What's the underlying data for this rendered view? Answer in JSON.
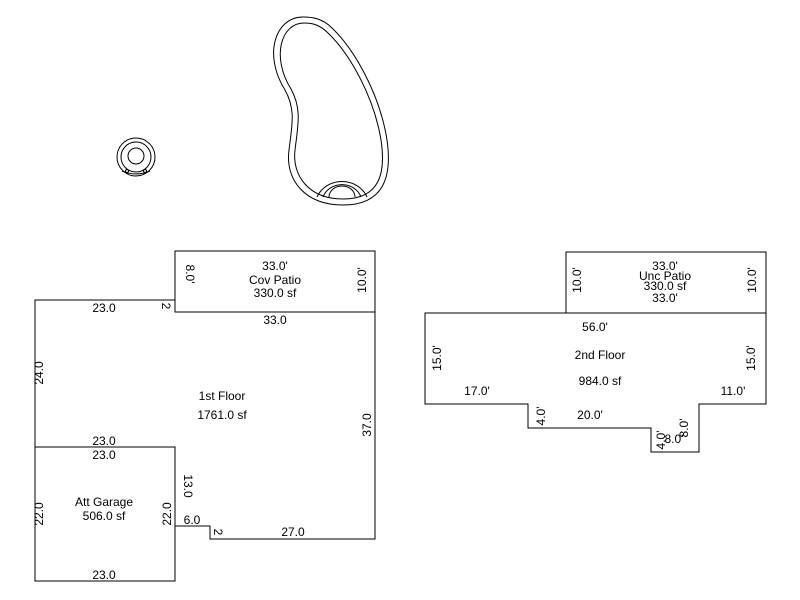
{
  "cov_patio": {
    "name": "Cov Patio",
    "area": "330.0 sf",
    "top": "33.0'",
    "left": "8.0'",
    "right": "10.0'"
  },
  "first_floor": {
    "name": "1st Floor",
    "area": "1761.0 sf",
    "top": "23.0",
    "step_left": "2",
    "top_right": "33.0",
    "left": "24.0",
    "right": "37.0",
    "bottom": "27.0",
    "notch_small": "2",
    "notch_width": "6.0",
    "garage_top": "23.0"
  },
  "garage": {
    "name": "Att Garage",
    "area": "506.0 sf",
    "top": "23.0",
    "left": "22.0",
    "right": "22.0",
    "right_upper": "13.0",
    "bottom": "23.0"
  },
  "unc_patio": {
    "name": "Unc Patio",
    "area": "330.0 sf",
    "top": "33.0'",
    "bottom": "33.0'",
    "left": "10.0'",
    "right": "10.0'"
  },
  "second_floor": {
    "name": "2nd Floor",
    "area": "984.0 sf",
    "top": "56.0'",
    "left": "15.0'",
    "right": "15.0'",
    "bottom_left": "17.0'",
    "bottom_right": "11.0'",
    "step_left": "4.0'",
    "bottom_mid": "20.0'",
    "step_small": "4.0'",
    "bottom_small": "8.0'",
    "step_right": "8.0'"
  }
}
